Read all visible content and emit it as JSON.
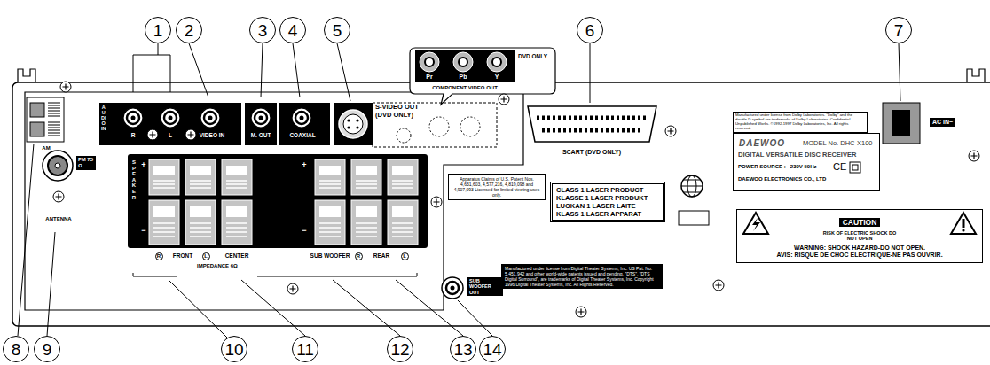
{
  "diagram": {
    "nodes": [
      {
        "text": [
          "1"
        ]
      },
      {
        "text": [
          "2"
        ]
      },
      {
        "text": [
          "3"
        ]
      },
      {
        "text": [
          "4"
        ]
      },
      {
        "text": [
          "5"
        ]
      },
      {
        "text": [
          "6"
        ]
      },
      {
        "text": [
          "7"
        ]
      },
      {
        "text": [
          "8"
        ]
      },
      {
        "text": [
          "9"
        ]
      },
      {
        "text": [
          "10"
        ]
      },
      {
        "text": [
          "11"
        ]
      },
      {
        "text": [
          "12"
        ]
      },
      {
        "text": [
          "13"
        ]
      },
      {
        "text": [
          "14"
        ]
      },
      {
        "text": [
          "Manufactured under license from Dolby Laboratories. \"Dolby\" and the double-D symbol are trademarks of Dolby Laboratories. Confidential Unpublished Works. ©1992-1997 Dolby Laboratories, Inc. All rights reserved."
        ]
      },
      {
        "text": [
          "DAEWOO",
          "MODEL No. DHC-X100",
          "DIGITAL VERSATILE DISC RECEIVER",
          "POWER SOURCE : ~230V 50Hz",
          "CE",
          "DAEWOO ELECTRONICS CO., LTD"
        ]
      },
      {
        "text": [
          "Apparatus Claims of U.S. Patent Nos. 4,631,603, 4,577,216, 4,819,098 and 4,907,093 Licensed for limited viewing uses only."
        ]
      },
      {
        "text": [
          "CLASS 1 LASER PRODUCT",
          "KLASSE 1 LASER PRODUKT",
          "LUOKAN 1 LASER LAITE",
          "KLASS 1 LASER APPARAT"
        ]
      },
      {
        "text": [
          "Manufactured under license from Digital Theater Systems, Inc. US Pat. No. 5,451,942 and other world-wide patents issued and pending. \"DTS\", \"DTS Digital Surround\", are trademarks of Digital Theater Systems, Inc. Copyright 1996 Digital Theater Systems, Inc. All Rights Reserved."
        ]
      },
      {
        "text": [
          "CAUTION",
          "RISK OF ELECTRIC SHOCK DO NOT OPEN",
          "WARNING: SHOCK HAZARD-DO NOT OPEN.",
          "AVIS: RISQUE DE CHOC ELECTRIQUE-NE PAS OUVRIR."
        ]
      }
    ],
    "labels": [
      "AUDIO IN",
      "R",
      "L",
      "VIDEO IN",
      "M. OUT",
      "COAXIAL",
      "S-VIDEO OUT (DVD ONLY)",
      "Pr",
      "Pb",
      "Y",
      "DVD ONLY",
      "COMPONENT VIDEO OUT",
      "SCART (DVD ONLY)",
      "AC IN~",
      "AM",
      "FM 75 Ω",
      "ANTENNA",
      "SPEAKER",
      "+",
      "−",
      "+",
      "−",
      "R",
      "FRONT",
      "L",
      "CENTER",
      "SUB WOOFER",
      "R",
      "REAR",
      "L",
      "IMPEDANCE 6Ω",
      "SUB WOOFER OUT"
    ]
  }
}
